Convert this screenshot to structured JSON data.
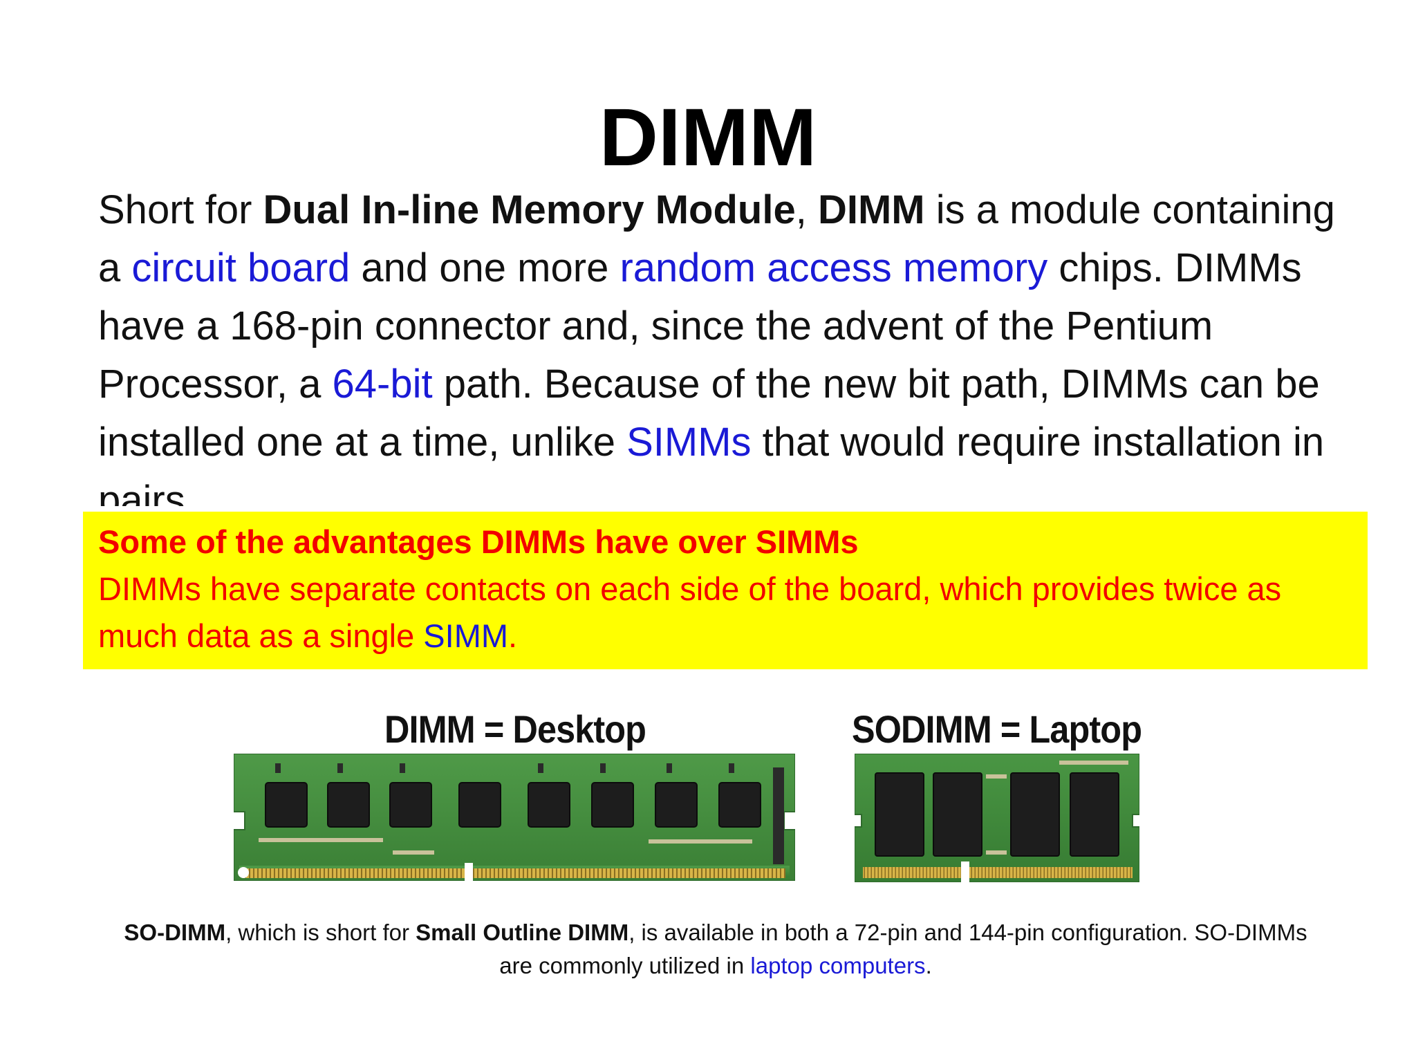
{
  "title": "DIMM",
  "intro": {
    "t1": "Short for ",
    "b1": "Dual In-line Memory Module",
    "t2": ", ",
    "b2": "DIMM",
    "t3": " is a module containing a ",
    "link1": "circuit board",
    "t4": " and one more ",
    "link2": "random access memory",
    "t5": " chips. DIMMs have a 168-pin connector and, since the advent of the Pentium Processor, a ",
    "link3": "64-bit",
    "t6": " path. Because of the new bit path, DIMMs can be installed one at a time, unlike ",
    "link4": "SIMMs",
    "t7": " that would require installation in pairs."
  },
  "advantages": {
    "heading": "Some of the advantages DIMMs have over SIMMs",
    "text": "DIMMs have separate contacts on each side of the board, which provides twice as much data as a single ",
    "link": "SIMM",
    "end": "."
  },
  "figure": {
    "desktop_label": "DIMM = Desktop",
    "laptop_label": "SODIMM = Laptop"
  },
  "caption": {
    "b1": "SO-DIMM",
    "t1": ", which is short for ",
    "b2": "Small Outline DIMM",
    "t2": ", is available in both a 72-pin and 144-pin configuration. SO-DIMMs are commonly utilized in ",
    "link": "laptop computers",
    "t3": "."
  },
  "colors": {
    "link": "#1a1ad6",
    "highlight_bg": "#ffff00",
    "highlight_text": "#f20000",
    "pcb": "#3f8a3a"
  }
}
